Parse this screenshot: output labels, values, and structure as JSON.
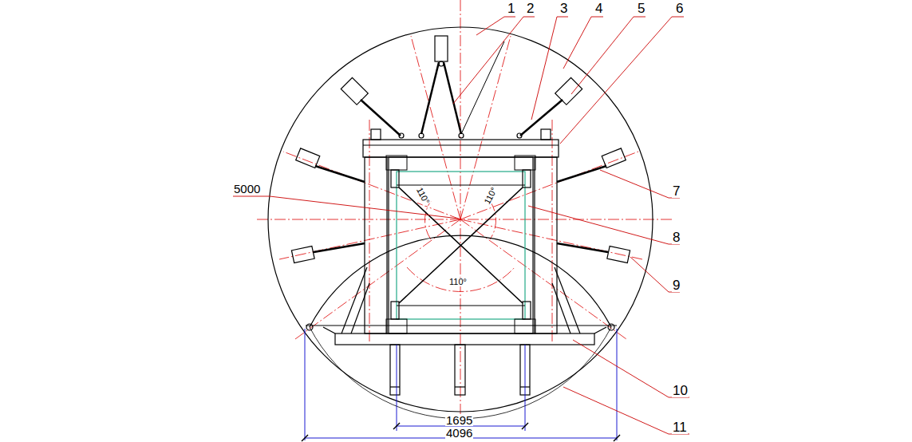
{
  "diagram": {
    "labels": [
      "1",
      "2",
      "3",
      "4",
      "5",
      "6",
      "5000",
      "7",
      "110°",
      "110°",
      "8",
      "9",
      "110°",
      "10",
      "1695",
      "4096",
      "11"
    ]
  }
}
